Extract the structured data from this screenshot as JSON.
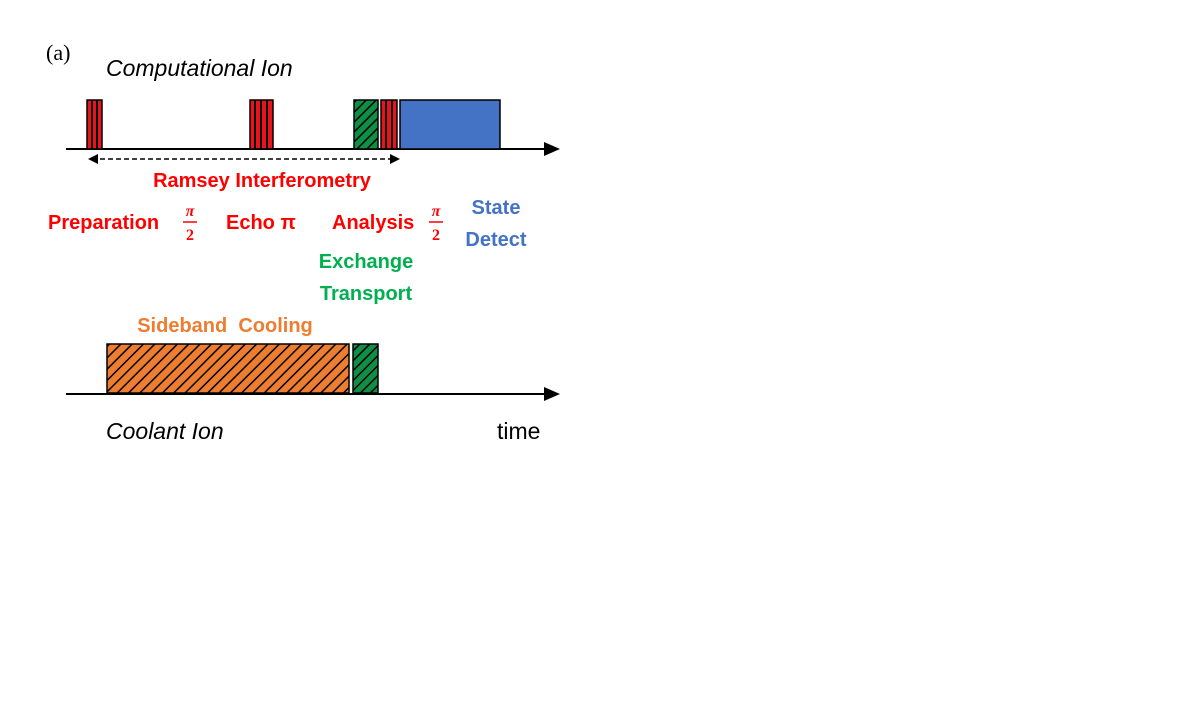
{
  "panel_label": "(a)",
  "computational_ion": "Computational Ion",
  "coolant_ion": "Coolant Ion",
  "time_label": "time",
  "ramsey_label": "Ramsey Interferometry",
  "preparation": {
    "label": "Preparation",
    "numerator": "π",
    "denominator": "2"
  },
  "echo": {
    "label": "Echo π"
  },
  "analysis": {
    "label": "Analysis",
    "numerator": "π",
    "denominator": "2"
  },
  "exchange": {
    "line1": "Exchange",
    "line2": "Transport"
  },
  "state_detect": {
    "line1": "State",
    "line2": "Detect"
  },
  "sideband": {
    "label": "Sideband  Cooling"
  },
  "colors": {
    "red": "#ff0000",
    "pulse_red": "#e8141c",
    "green_text": "#00b050",
    "green_pulse": "#0f8f46",
    "blue_text": "#4472c4",
    "blue_pulse": "#4472c4",
    "orange_text": "#ed7d31",
    "orange_pulse": "#ed7d31"
  }
}
